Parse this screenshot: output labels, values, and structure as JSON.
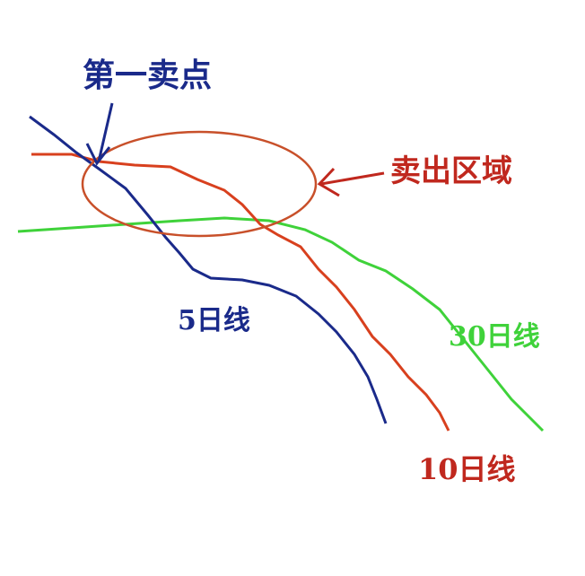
{
  "labels": {
    "first_sell_point": "第一卖点",
    "sell_zone": "卖出区域",
    "ma5": "5日线",
    "ma10": "10日线",
    "ma30": "30日线"
  },
  "colors": {
    "ma5": "#1a2a8a",
    "ma10": "#d8401e",
    "ma30": "#3fd23a",
    "ellipse": "#c8502a",
    "arrow": "#1a2a8a",
    "sell_zone_text": "#c0281e"
  }
}
